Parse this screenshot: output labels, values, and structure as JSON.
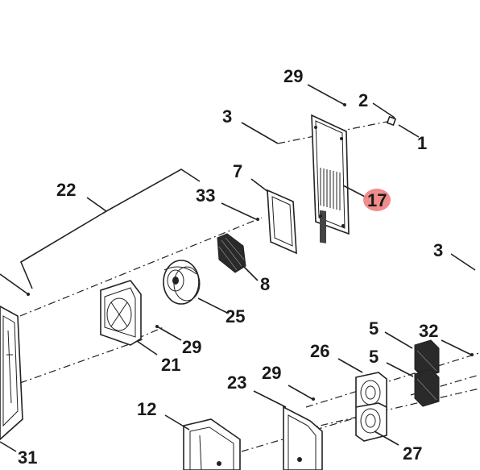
{
  "callouts": {
    "c29a": "29",
    "c2": "2",
    "c3a": "3",
    "c1": "1",
    "c7": "7",
    "c22": "22",
    "c33": "33",
    "c17": "17",
    "c8": "8",
    "c3b": "3",
    "c25": "25",
    "c29b": "29",
    "c21": "21",
    "c5a": "5",
    "c32": "32",
    "c26": "26",
    "c5b": "5",
    "c29c": "29",
    "c23": "23",
    "c12": "12",
    "c27": "27",
    "c31": "31"
  },
  "highlight": {
    "label": "17",
    "color": "#ef7f80"
  }
}
